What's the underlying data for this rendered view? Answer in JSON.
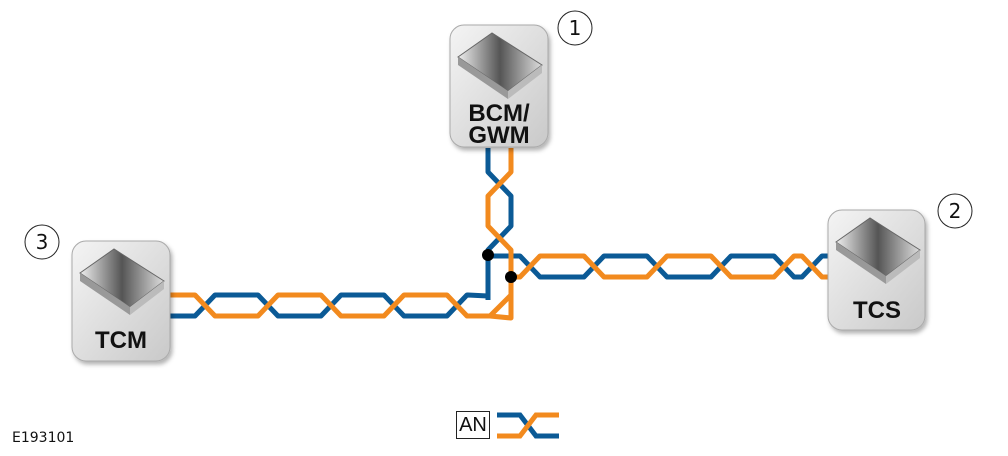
{
  "modules": [
    {
      "id": "bcm",
      "label_lines": [
        "BCM/",
        "GWM"
      ],
      "callout": "1"
    },
    {
      "id": "tcs",
      "label_lines": [
        "TCS"
      ],
      "callout": "2"
    },
    {
      "id": "tcm",
      "label_lines": [
        "TCM"
      ],
      "callout": "3"
    }
  ],
  "legend": {
    "code": "AN",
    "meaning_icon": "twisted-pair-icon"
  },
  "figure_id": "E193101",
  "colors": {
    "wire_a": "#0b5a96",
    "wire_b": "#f28a1e"
  }
}
